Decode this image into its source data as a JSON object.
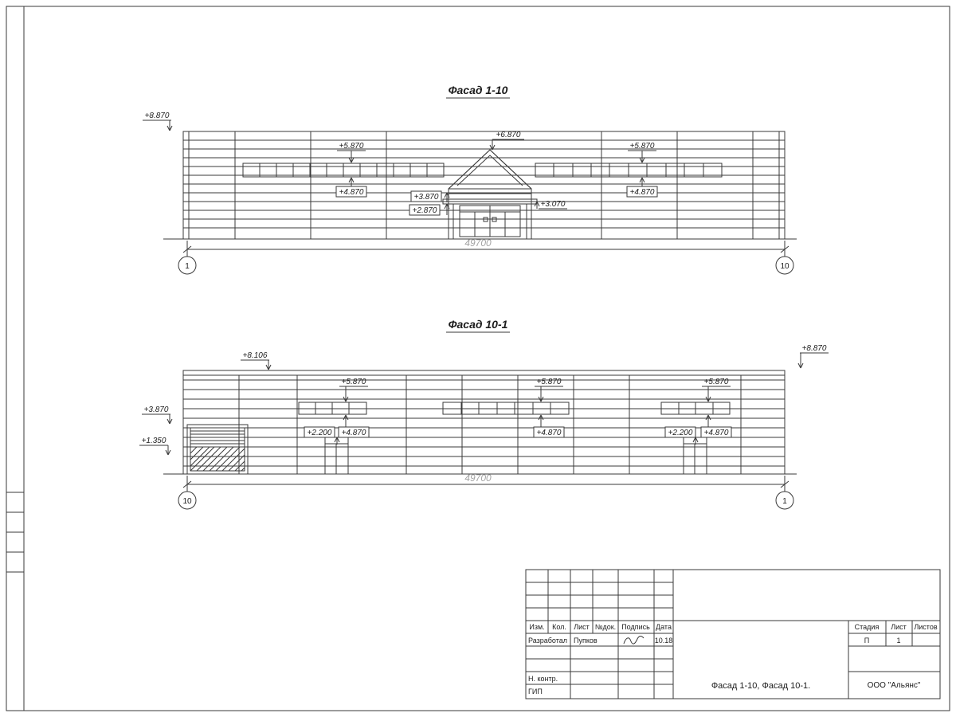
{
  "facade_top": {
    "title": "Фасад 1-10",
    "dimension": "49700",
    "axis_left": "1",
    "axis_right": "10",
    "marks": {
      "top_left": "+8.870",
      "ridge": "+6.870",
      "band_left_top": "+5.870",
      "band_right_top": "+5.870",
      "band_left_bottom": "+4.870",
      "band_right_bottom": "+4.870",
      "canopy_upper": "+3.870",
      "canopy_lower": "+2.870",
      "canopy_side": "+3.070"
    }
  },
  "facade_bottom": {
    "title": "Фасад 10-1",
    "dimension": "49700",
    "axis_left": "10",
    "axis_right": "1",
    "marks": {
      "parapet_left": "+8.106",
      "parapet_right": "+8.870",
      "band_a_top": "+5.870",
      "band_a_bottom": "+4.870",
      "door_a": "+2.200",
      "band_b_top": "+5.870",
      "band_b_bottom": "+4.870",
      "band_c_top": "+5.870",
      "band_c_bottom": "+4.870",
      "door_c": "+2.200",
      "wall_left_upper": "+3.870",
      "wall_left_lower": "+1.350"
    }
  },
  "titleblock": {
    "col_headers": [
      "Изм.",
      "Кол.",
      "Лист",
      "№док.",
      "Подпись",
      "Дата"
    ],
    "developed_label": "Разработал",
    "developed_name": "Пупков",
    "developed_date": "10.18",
    "ncontrol_label": "Н. контр.",
    "gip_label": "ГИП",
    "sheet_title": "Фасад 1-10, Фасад 10-1.",
    "company": "ООО \"Альянс\"",
    "stage_header": "Стадия",
    "sheet_header": "Лист",
    "sheets_header": "Листов",
    "stage_value": "П",
    "sheet_value": "1"
  }
}
